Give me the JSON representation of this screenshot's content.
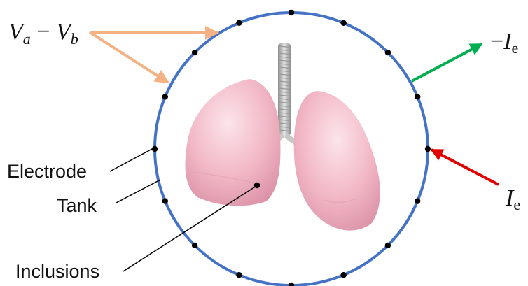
{
  "labels": {
    "voltage": {
      "v": "V",
      "a": "a",
      "minus": " − ",
      "vb": "V",
      "b": "b"
    },
    "current_out": {
      "minus": "−",
      "i": "I",
      "e": "e"
    },
    "current_in": {
      "i": "I",
      "e": "e"
    },
    "electrode": "Electrode",
    "tank": "Tank",
    "inclusions": "Inclusions"
  },
  "colors": {
    "tank_ring": "#4472C4",
    "voltage_arrow": "#F4B183",
    "current_out_arrow": "#00B050",
    "current_in_arrow": "#E00000",
    "leader_line": "#000000",
    "lung_tissue": "#F2B8C6",
    "trachea": "#B8B8B8"
  },
  "electrode_count": 16,
  "icons": [
    "lungs-icon",
    "trachea-icon"
  ]
}
